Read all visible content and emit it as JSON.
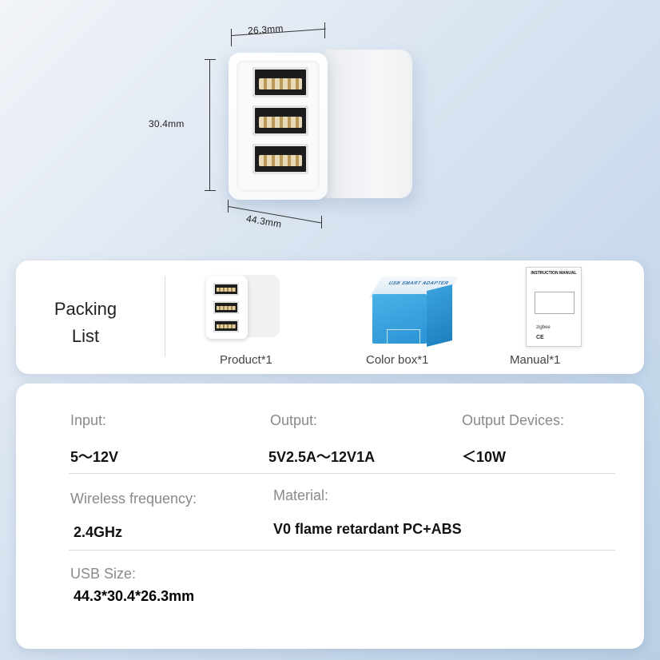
{
  "dimensions": {
    "width_label": "26.3mm",
    "height_label": "30.4mm",
    "depth_label": "44.3mm"
  },
  "packing_list": {
    "title_line1": "Packing",
    "title_line2": "List",
    "items": [
      {
        "label": "Product*1"
      },
      {
        "label": "Color box*1",
        "box_text": "USB SMART ADAPTER"
      },
      {
        "label": "Manual*1",
        "manual_title": "INSTRUCTION MANUAL",
        "manual_brand": "zigbee",
        "manual_marks": "CE"
      }
    ]
  },
  "specs": {
    "input": {
      "label": "Input:",
      "value": "5～12V"
    },
    "output": {
      "label": "Output:",
      "value": "5V2.5A～12V1A"
    },
    "output_devices": {
      "label": "Output Devices:",
      "value": "＜10W"
    },
    "wireless": {
      "label": "Wireless frequency:",
      "value": "2.4GHz"
    },
    "material": {
      "label": "Material:",
      "value": "V0 flame retardant PC+ABS"
    },
    "usb_size": {
      "label": "USB Size:",
      "value": "44.3*30.4*26.3mm"
    }
  }
}
